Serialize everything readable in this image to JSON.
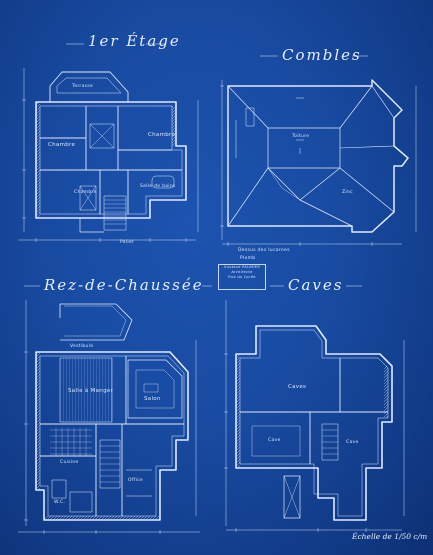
{
  "sheet": {
    "titles": {
      "etage": "1er Étage",
      "combles": "Combles",
      "rdc": "Rez-de-Chaussée",
      "caves": "Caves"
    },
    "scale": "Échelle de 1/50 c/m",
    "stamp": {
      "line1": "Gustave PAUMIER",
      "line2": "Architecte",
      "line3": "Rue du Lycée"
    },
    "etage_labels": {
      "terrasse": "Terrasse",
      "chambre_1": "Chambre",
      "chambre_2": "Chambre",
      "chambre_3": "Chambre",
      "salle_bains": "Salle de bains",
      "palier": "Palier"
    },
    "combles_labels": {
      "toiture": "Toiture",
      "zinc": "Zinc",
      "note": "Dessus des lucarnes",
      "note2": "Plomb"
    },
    "rdc_labels": {
      "salle": "Salle à Manger",
      "salon": "Salon",
      "cuisine": "Cuisine",
      "vestibule": "Vestibule",
      "office": "Office",
      "wc": "W.C."
    },
    "caves_labels": {
      "cave_1": "Caves",
      "cave_2": "Cave",
      "cave_3": "Cave"
    }
  }
}
